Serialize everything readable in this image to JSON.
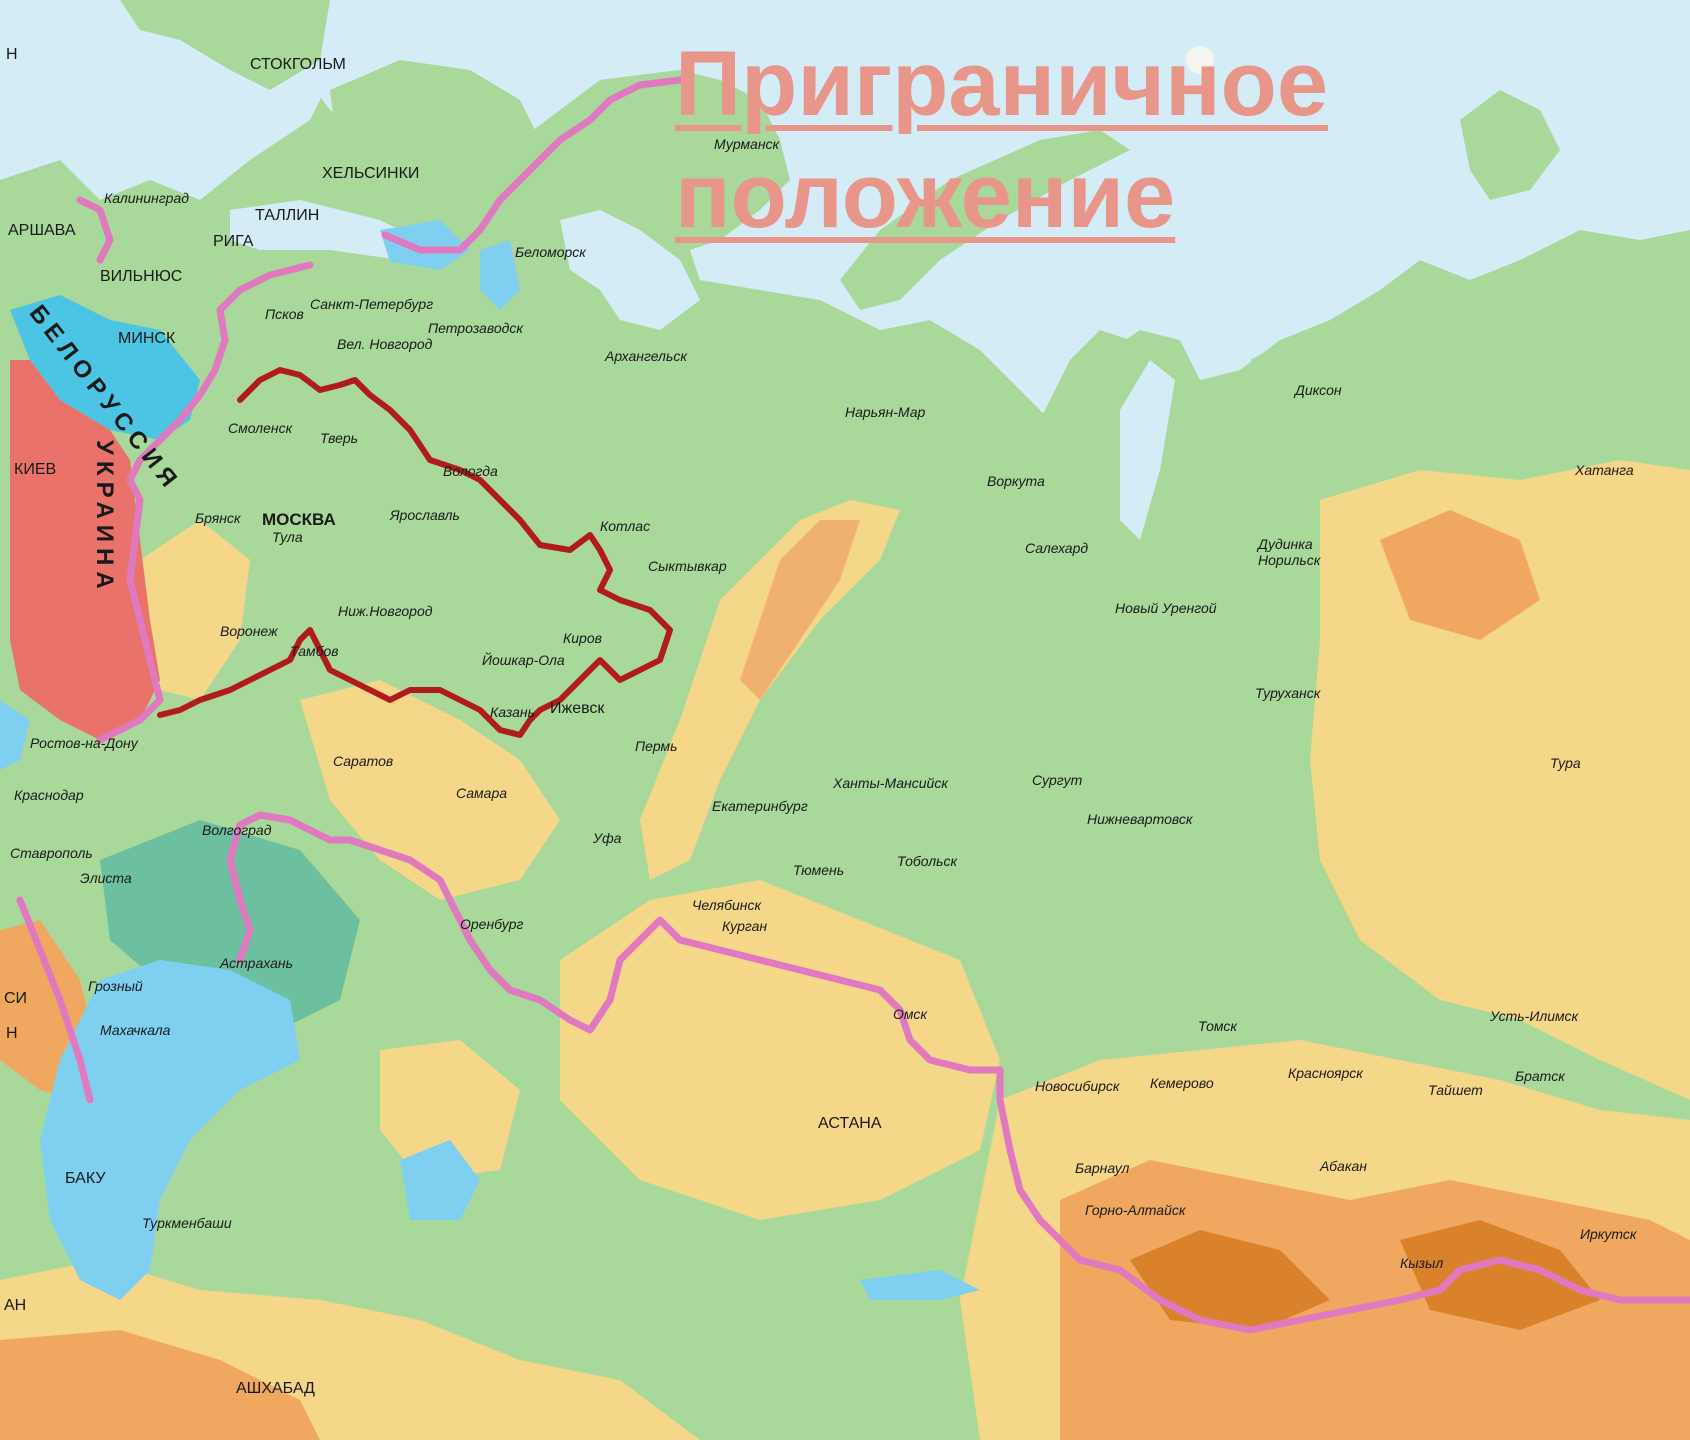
{
  "title": {
    "line1": "Приграничное",
    "line2": "положение"
  },
  "colors": {
    "sea": "#d4ecf6",
    "lowland": "#a8d89a",
    "upland": "#f5d78a",
    "mountain": "#f0a860",
    "border": "#e079c0",
    "core_region_outline": "#b21b1b",
    "belarus": "#4cc4e4",
    "ukraine": "#e9736a",
    "title": "#e8958a"
  },
  "countries": {
    "belarus": "БЕЛОРУССИЯ",
    "ukraine": "УКРАИНА"
  },
  "labels": {
    "stockholm": "СТОКГОЛЬМ",
    "helsinki": "ХЕЛЬСИНКИ",
    "tallinn": "ТАЛЛИН",
    "riga": "РИГА",
    "vilnius": "ВИЛЬНЮС",
    "minsk": "МИНСК",
    "kiev": "КИЕВ",
    "warsaw": "АРШАВА",
    "kaliningrad": "Калининград",
    "murmansk": "Мурманск",
    "belomorsk": "Беломорск",
    "petrozavodsk": "Петрозаводск",
    "spb": "Санкт-Петербург",
    "pskov": "Псков",
    "vnovgorod": "Вел. Новгород",
    "arkhangelsk": "Архангельск",
    "naryanmar": "Нарьян-Мар",
    "vorkuta": "Воркута",
    "smolensk": "Смоленск",
    "tver": "Тверь",
    "vologda": "Вологда",
    "moscow": "МОСКВА",
    "bryansk": "Брянск",
    "tula": "Тула",
    "yaroslavl": "Ярославль",
    "kotlas": "Котлас",
    "syktyvkar": "Сыктывкар",
    "nnovgorod": "Ниж.Новгород",
    "kirov": "Киров",
    "voronezh": "Воронеж",
    "tambov": "Тамбов",
    "yoshkarola": "Йошкар-Ола",
    "kazan": "Казань",
    "izhevsk": "Ижевск",
    "rostov": "Ростов-на-Дону",
    "saratov": "Саратов",
    "perm": "Пермь",
    "krasnodar": "Краснодар",
    "samara": "Самара",
    "volgograd": "Волгоград",
    "stavropol": "Ставрополь",
    "elista": "Элиста",
    "ufa": "Уфа",
    "yekaterinburg": "Екатеринбург",
    "khantymansiysk": "Ханты-Мансийск",
    "surgut": "Сургут",
    "nizhnevartovsk": "Нижневартовск",
    "tyumen": "Тюмень",
    "tobolsk": "Тобольск",
    "orenburg": "Оренбург",
    "chelyabinsk": "Челябинск",
    "kurgan": "Курган",
    "astrakhan": "Астрахань",
    "grozny": "Грозный",
    "makhachkala": "Махачкала",
    "omsk": "Омск",
    "tomsk": "Томск",
    "novosibirsk": "Новосибирск",
    "kemerovo": "Кемерово",
    "astana": "АСТАНА",
    "barnaul": "Барнаул",
    "gornoaltaysk": "Горно-Алтайск",
    "salekhard": "Салехард",
    "novyurengoy": "Новый Уренгой",
    "dudinka": "Дудинка",
    "norilsk": "Норильск",
    "dikson": "Диксон",
    "khatanga": "Хатанга",
    "turukhansk": "Туруханск",
    "tura": "Тура",
    "ustilimsk": "Усть-Илимск",
    "krasnoyarsk": "Красноярск",
    "tayshet": "Тайшет",
    "bratsk": "Братск",
    "abakan": "Абакан",
    "kyzyl": "Кызыл",
    "irkutsk": "Иркутск",
    "baku": "БАКУ",
    "turkmenbashi": "Туркменбаши",
    "ashgabat": "АШХАБАД",
    "edge_h1": "Н",
    "edge_si": "СИ",
    "edge_h2": "Н",
    "edge_ah": "АН"
  }
}
